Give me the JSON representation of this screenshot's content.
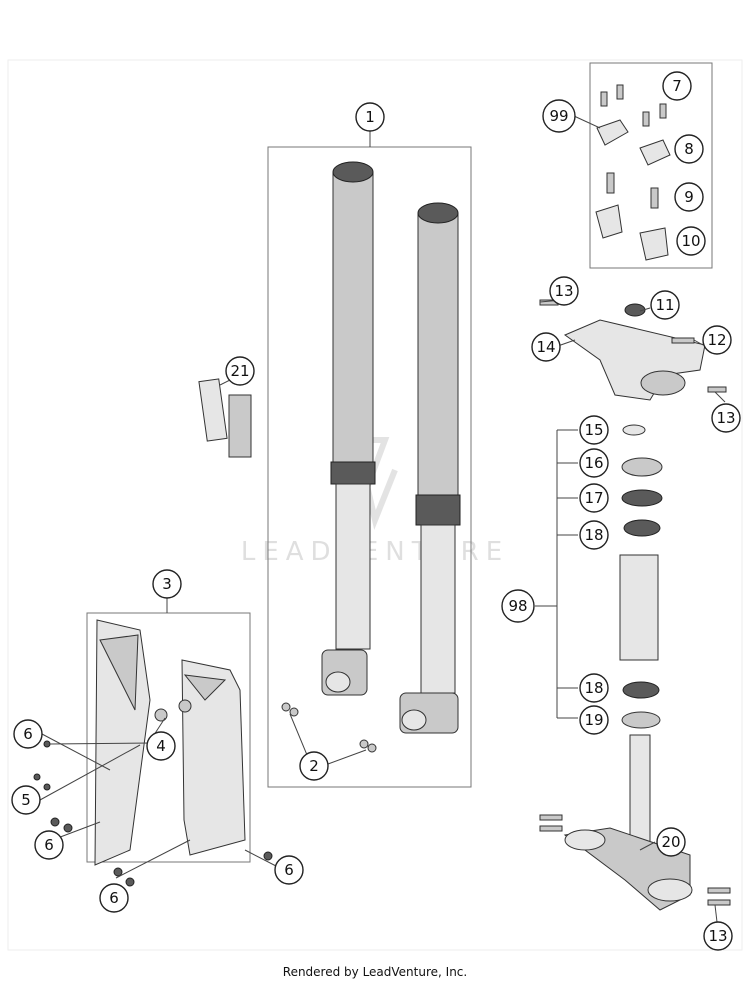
{
  "callouts": [
    "1",
    "2",
    "3",
    "4",
    "5",
    "6",
    "7",
    "8",
    "9",
    "10",
    "11",
    "12",
    "13",
    "14",
    "15",
    "16",
    "17",
    "18",
    "19",
    "20",
    "21",
    "98",
    "99"
  ],
  "watermark": "LEADVENTURE",
  "footer": "Rendered by LeadVenture, Inc."
}
